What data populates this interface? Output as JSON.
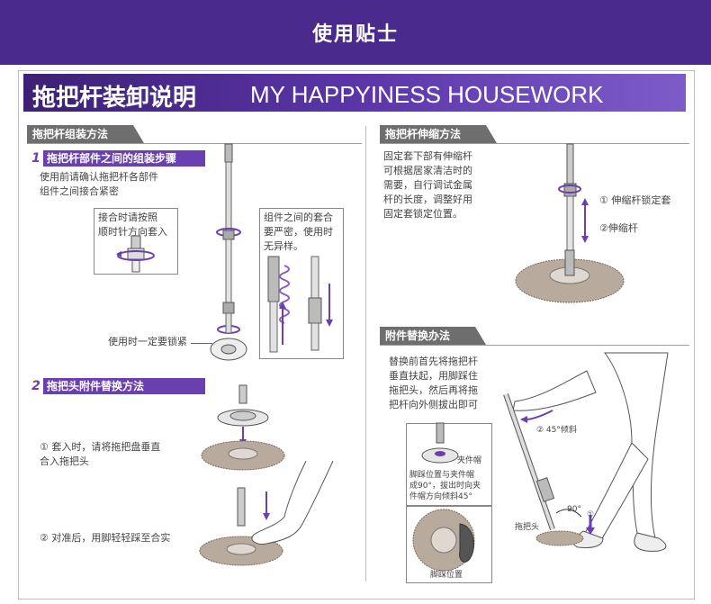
{
  "header": {
    "banner_title": "使用贴士"
  },
  "title": {
    "cn": "拖把杆装卸说明",
    "en": "MY HAPPYINESS HOUSEWORK"
  },
  "sections": {
    "assembly": {
      "tab": "拖把杆组装方法",
      "step1": {
        "num": "1",
        "label": "拖把杆部件之间的组装步骤",
        "desc_lines": [
          "使用前请确认拖把杆各部件",
          "组件之间接合紧密"
        ],
        "callout_left_lines": [
          "接合时请按照",
          "顺时针方向套入"
        ],
        "callout_right_lines": [
          "组件之间的套合",
          "要严密，使用时",
          "无异样。"
        ],
        "lock_note": "使用时一定要锁紧"
      },
      "step2": {
        "num": "2",
        "label": "拖把头附件替换方法",
        "note1_lines": [
          "① 套入时，请将拖把盘垂直",
          "合入拖把头"
        ],
        "note2": "② 对准后，用脚轻轻踩至合实"
      }
    },
    "telescopic": {
      "tab": "拖把杆伸缩方法",
      "desc_lines": [
        "固定套下部有伸缩杆",
        "可根据居家清洁时的",
        "需要，自行调试金属",
        "杆的长度，调整好用",
        "固定套锁定位置。"
      ],
      "label1": "① 伸缩杆锁定套",
      "label2": "②伸缩杆"
    },
    "replacement": {
      "tab": "附件替换办法",
      "desc_lines": [
        "替换前首先将拖把杆",
        "垂直扶起，用脚踩住",
        "拖把头，然后再将拖",
        "把杆向外侧拔出即可"
      ],
      "angle_label": "② 45°倾斜",
      "clamp_label": "夹件帽",
      "inset_note_lines": [
        "脚踩位置与夹件帽",
        "成90°，拔出时向夹",
        "件帽方向倾斜45°"
      ],
      "degree_label": "90°",
      "circle1": "①",
      "head_label": "拖把头",
      "foot_label": "脚踩位置"
    }
  },
  "colors": {
    "banner": "#4a2a8c",
    "accent": "#6a3fb0",
    "tab": "#6e6e6e"
  }
}
